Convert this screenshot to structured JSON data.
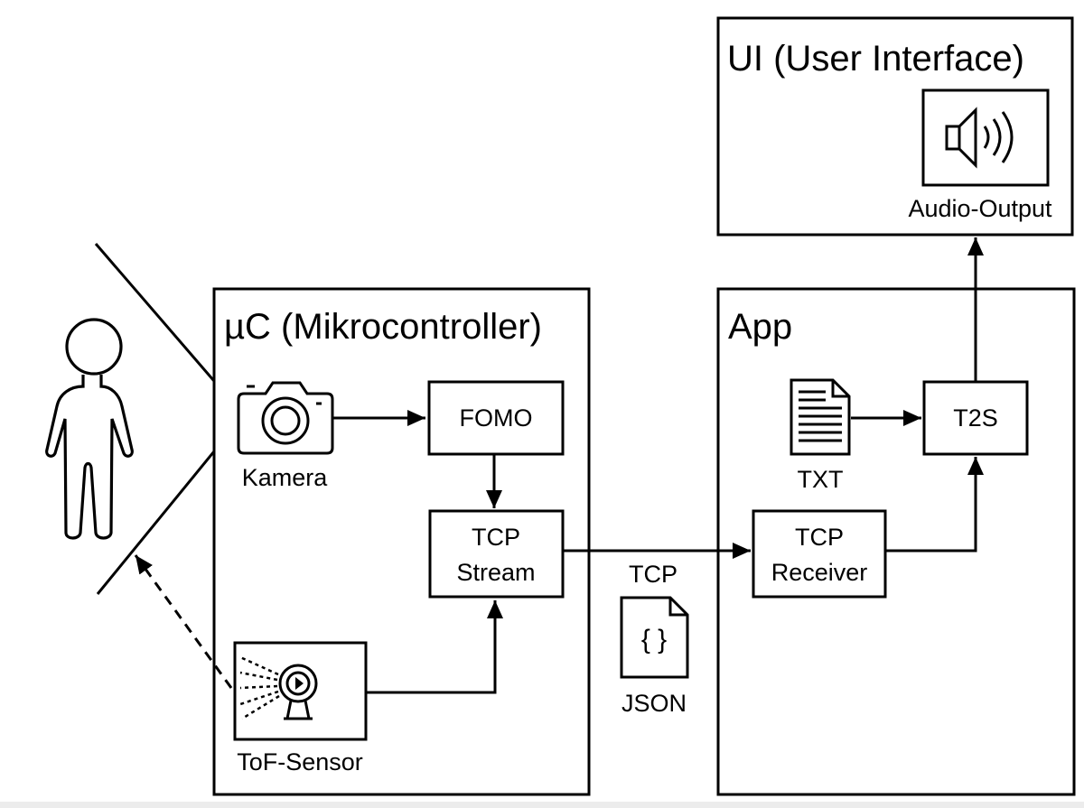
{
  "diagram": {
    "ui_panel": {
      "title": "UI (User Interface)",
      "audio_output_label": "Audio-Output"
    },
    "mc_panel": {
      "title": "µC (Mikrocontroller)",
      "camera_label": "Kamera",
      "fomo_label": "FOMO",
      "tcp_stream_line1": "TCP",
      "tcp_stream_line2": "Stream",
      "tof_label": "ToF-Sensor"
    },
    "app_panel": {
      "title": "App",
      "txt_label": "TXT",
      "t2s_label": "T2S",
      "tcp_receiver_line1": "TCP",
      "tcp_receiver_line2": "Receiver"
    },
    "link": {
      "protocol_label": "TCP",
      "payload_label": "JSON",
      "payload_icon_text": "{ }"
    },
    "icons": [
      "person-icon",
      "camera-icon",
      "tof-sensor-icon",
      "speaker-icon",
      "text-document-icon",
      "json-document-icon"
    ]
  }
}
